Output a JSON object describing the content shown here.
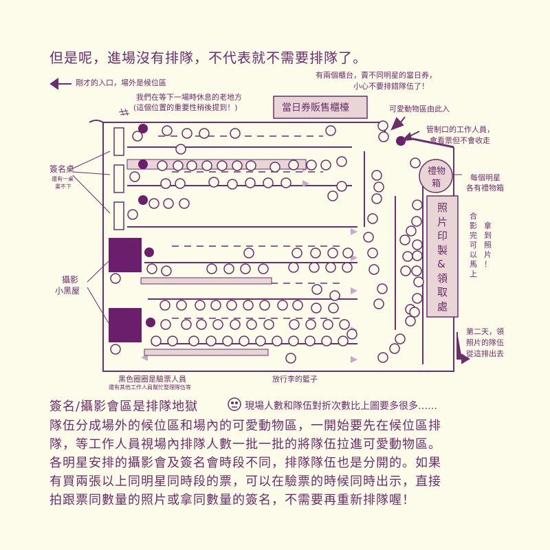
{
  "title": "但是呢，進場沒有排隊，不代表就不需要排隊了。",
  "labels": {
    "entrance": "剛才的入口，場外是候位區",
    "rest_spot_1": "我們在等下一場時休息的老地方",
    "rest_spot_2": "(這個位置的重要性稍後提到！)",
    "two_counters_1": "有兩個櫃台，賣不同明星的當日券，",
    "two_counters_2": "小心不要排錯隊伍了！",
    "ticket_booth": "當日券販售櫃檯",
    "movable_entry": "可愛動物區由此入",
    "staff_1": "管制口的工作人員，",
    "staff_2": "會看票但不會收走",
    "gift_box_1": "禮物",
    "gift_box_2": "箱",
    "gift_note_1": "每個明星",
    "gift_note_2": "各有禮物箱",
    "photo_print": [
      "照",
      "片",
      "印",
      "製",
      "&",
      "領",
      "取",
      "處"
    ],
    "photo_take": [
      "合",
      "影",
      "完",
      "可",
      "以",
      "馬",
      "上"
    ],
    "photo_take2": [
      "拿",
      "到",
      "照",
      "片",
      "！"
    ],
    "sign_table": "簽名桌",
    "sign_table_note_1": "還有一桌",
    "sign_table_note_2": "畫不下",
    "photo_room_1": "攝影",
    "photo_room_2": "小黑屋",
    "day2_1": "第二天，領",
    "day2_2": "照片的隊伍",
    "day2_3": "從這排出去",
    "black_circles": "黑色圈圈是驗票人員",
    "black_circles_note": "還有其他工作人員幫忙整理隊伍等",
    "luggage": "放行李的籃子"
  },
  "body_text": [
    "簽名/攝影會區是排隊地獄",
    "現場人數和隊伍對折次數比上圖要多很多……",
    "隊伍分成場外的候位區和場內的可愛動物區，一開始要先在候位區排",
    "隊，等工作人員視場內排隊人數一批一批的將隊伍拉進可愛動物區。",
    "各明星安排的攝影會及簽名會時段不同，排隊隊伍也是分開的。如果",
    "有買兩張以上同明星同時段的票，可以在驗票的時候同時出示，直接",
    "拍跟票同數量的照片或拿同數量的簽名，不需要再重新排隊喔！"
  ],
  "colors": {
    "ink": "#6b2d6b",
    "fill": "#e8d5d5",
    "dark": "#6b1e6b",
    "bg": "#fdfbe9"
  }
}
